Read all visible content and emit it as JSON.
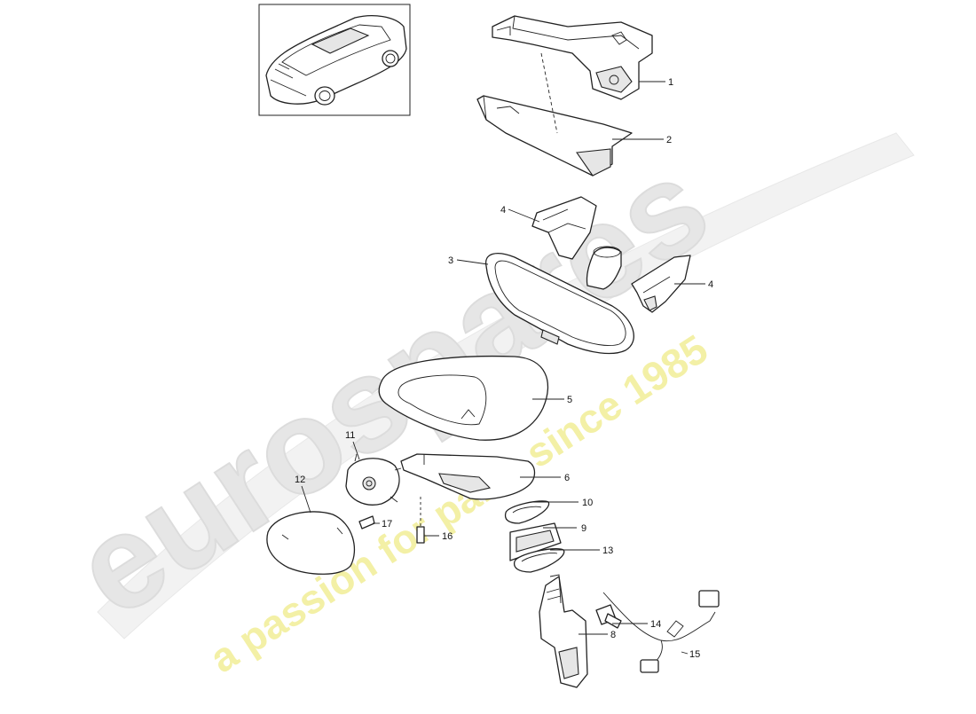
{
  "diagram": {
    "callouts": [
      "1",
      "2",
      "3",
      "4",
      "4",
      "5",
      "6",
      "8",
      "9",
      "10",
      "11",
      "12",
      "13",
      "14",
      "15",
      "16",
      "17"
    ]
  },
  "watermark": {
    "brand": "eurospares",
    "tagline": "a passion for parts since 1985",
    "brand_color": "#e4e4e4",
    "tagline_color": "#f3f0a6"
  },
  "icons": {
    "thumbnail": "car-rear-three-quarter-icon"
  }
}
